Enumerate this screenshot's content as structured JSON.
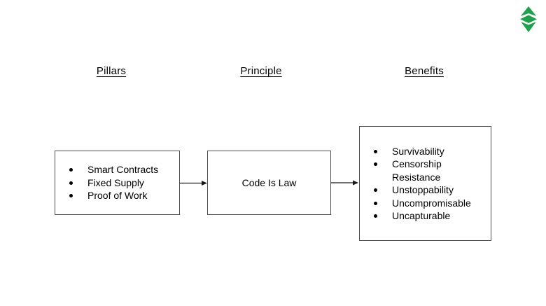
{
  "logo": {
    "name": "ethereum-classic-logo",
    "color": "#1fa14c"
  },
  "headers": {
    "pillars": "Pillars",
    "principle": "Principle",
    "benefits": "Benefits"
  },
  "pillars": {
    "items": [
      "Smart Contracts",
      "Fixed Supply",
      "Proof of Work"
    ]
  },
  "principle": {
    "label": "Code Is Law"
  },
  "benefits": {
    "items": [
      "Survivability",
      "Censorship Resistance",
      "Unstoppability",
      "Uncompromisable",
      "Uncapturable"
    ]
  },
  "colors": {
    "background": "#ffffff",
    "text": "#000000",
    "box_border": "#4d4d4d",
    "arrow": "#1a1a1a",
    "logo_green": "#1fa14c"
  }
}
